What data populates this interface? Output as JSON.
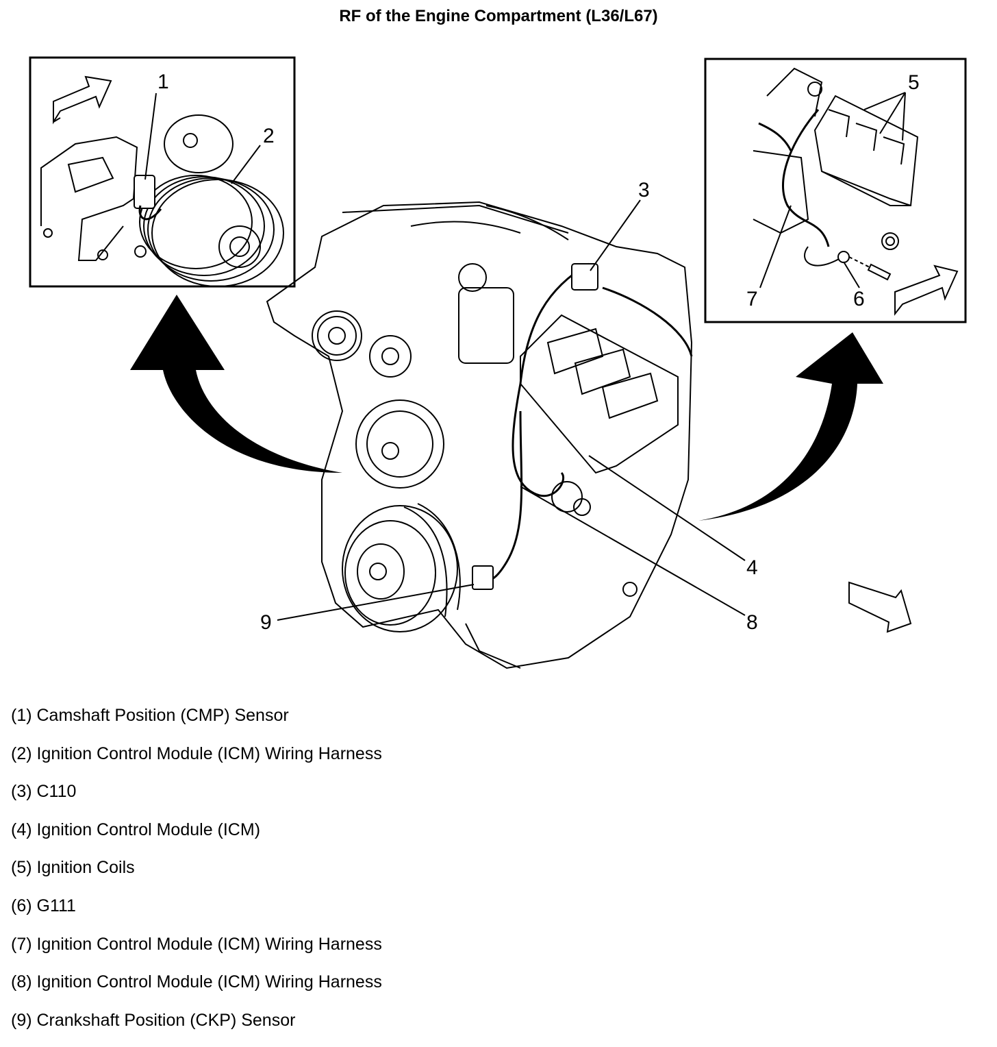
{
  "title": "RF of the Engine Compartment (L36/L67)",
  "callouts": {
    "c1": "1",
    "c2": "2",
    "c3": "3",
    "c4": "4",
    "c5": "5",
    "c6": "6",
    "c7": "7",
    "c8": "8",
    "c9": "9"
  },
  "legend": [
    "(1) Camshaft Position (CMP) Sensor",
    "(2) Ignition Control Module (ICM) Wiring Harness",
    "(3) C110",
    "(4) Ignition Control Module (ICM)",
    "(5) Ignition Coils",
    "(6) G111",
    "(7) Ignition Control Module (ICM) Wiring Harness",
    "(8) Ignition Control Module (ICM) Wiring Harness",
    "(9) Crankshaft Position (CKP) Sensor"
  ]
}
